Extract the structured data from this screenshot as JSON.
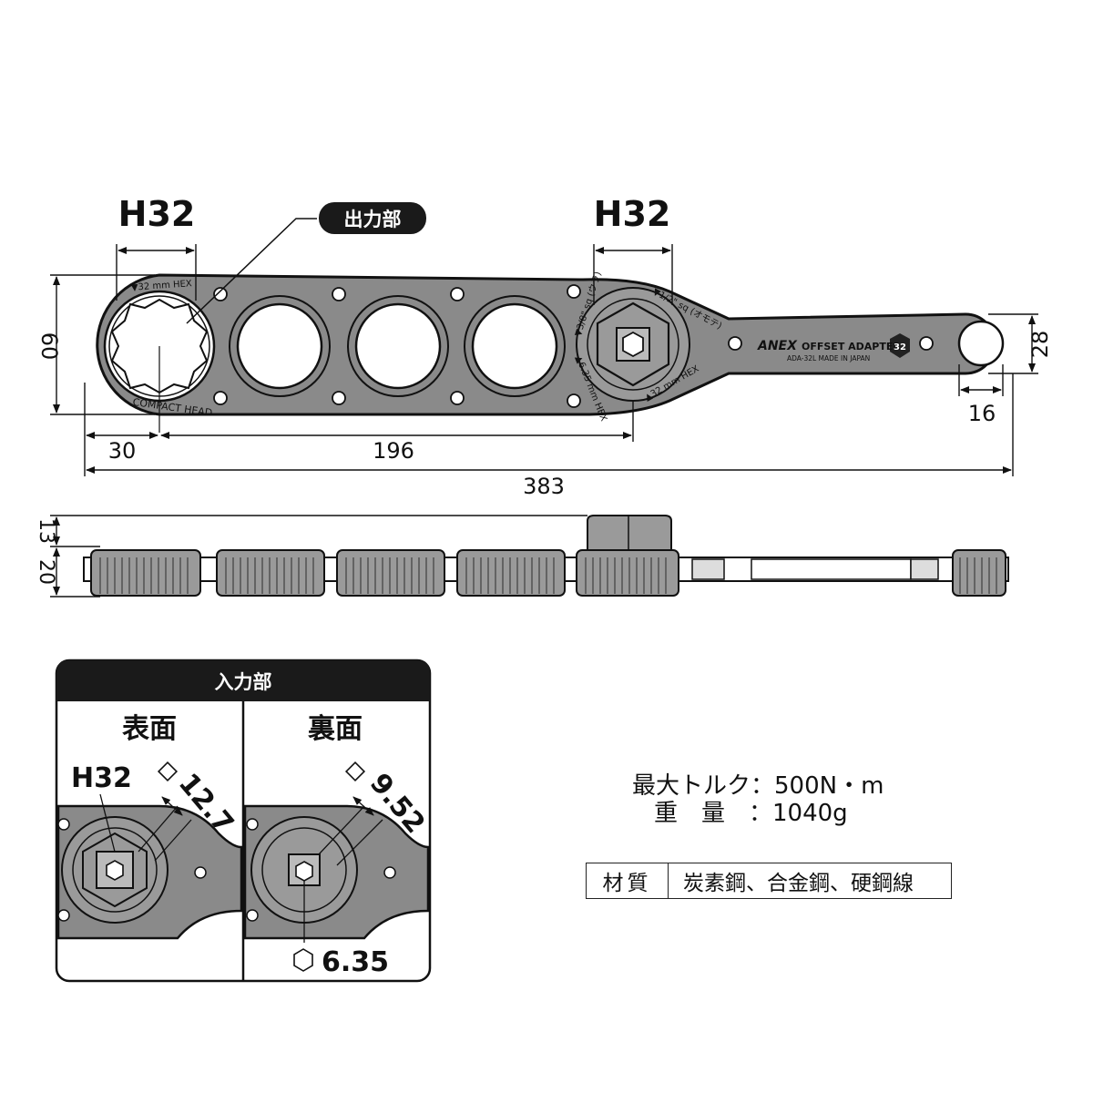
{
  "top_view": {
    "label_h32_left": "H32",
    "label_h32_right": "H32",
    "callout_output": "出力部",
    "dim_60": "60",
    "dim_28": "28",
    "dim_16": "16",
    "dim_30": "30",
    "dim_196": "196",
    "dim_383": "383",
    "ring_text_32hex": "▼32 mm HEX",
    "compact_head": "COMPACT HEAD",
    "ring_text_38": "▼3/8\" sq (ウラ)",
    "ring_text_12": "▼1/2\" sq (オモテ)",
    "ring_text_635": "▲6.35 mm HEX",
    "ring_text_32hex_b": "▲32 mm HEX",
    "brand": "ANEX",
    "product_name": "OFFSET ADAPTER",
    "size_badge": "32",
    "model": "ADA-32L  MADE IN JAPAN"
  },
  "side_view": {
    "dim_13": "13",
    "dim_20": "20"
  },
  "input_panel": {
    "header": "入力部",
    "front_title": "表面",
    "back_title": "裏面",
    "front_h32": "H32",
    "front_sq": "12.7",
    "back_sq": "9.52",
    "back_hex": "6.35"
  },
  "specs": {
    "torque_line": "最大トルク：500N・m",
    "weight_line": "重　量　：1040g",
    "material_label": "材質",
    "material_value": "炭素鋼、合金鋼、硬鋼線"
  },
  "colors": {
    "body_gray": "#8a8a8a",
    "outline": "#111111",
    "header_black": "#1a1a1a"
  }
}
